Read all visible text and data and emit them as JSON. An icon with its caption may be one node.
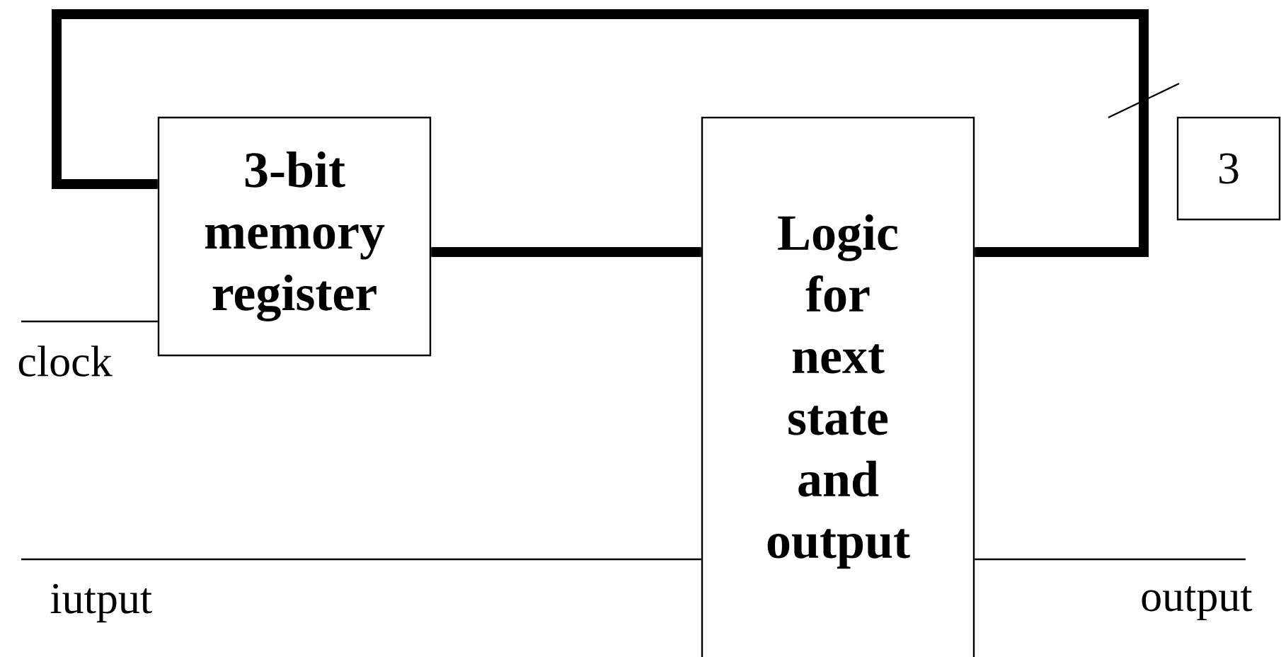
{
  "diagram": {
    "nodes": [
      {
        "text": [
          "3-bit memory register"
        ]
      },
      {
        "text": [
          "Logic for next state and output"
        ]
      },
      {
        "text": [
          "3"
        ]
      }
    ],
    "edges": [
      {
        "from": 0,
        "to": 1,
        "arrow": "none",
        "style": "thick"
      },
      {
        "from": 1,
        "to": 0,
        "arrow": "none",
        "style": "thick"
      },
      {
        "from": null,
        "to": 0,
        "arrow": "none"
      },
      {
        "from": null,
        "to": 1,
        "arrow": "none"
      },
      {
        "from": 1,
        "to": null,
        "arrow": "none"
      }
    ],
    "labels": [
      "clock",
      "iutput",
      "output"
    ]
  }
}
